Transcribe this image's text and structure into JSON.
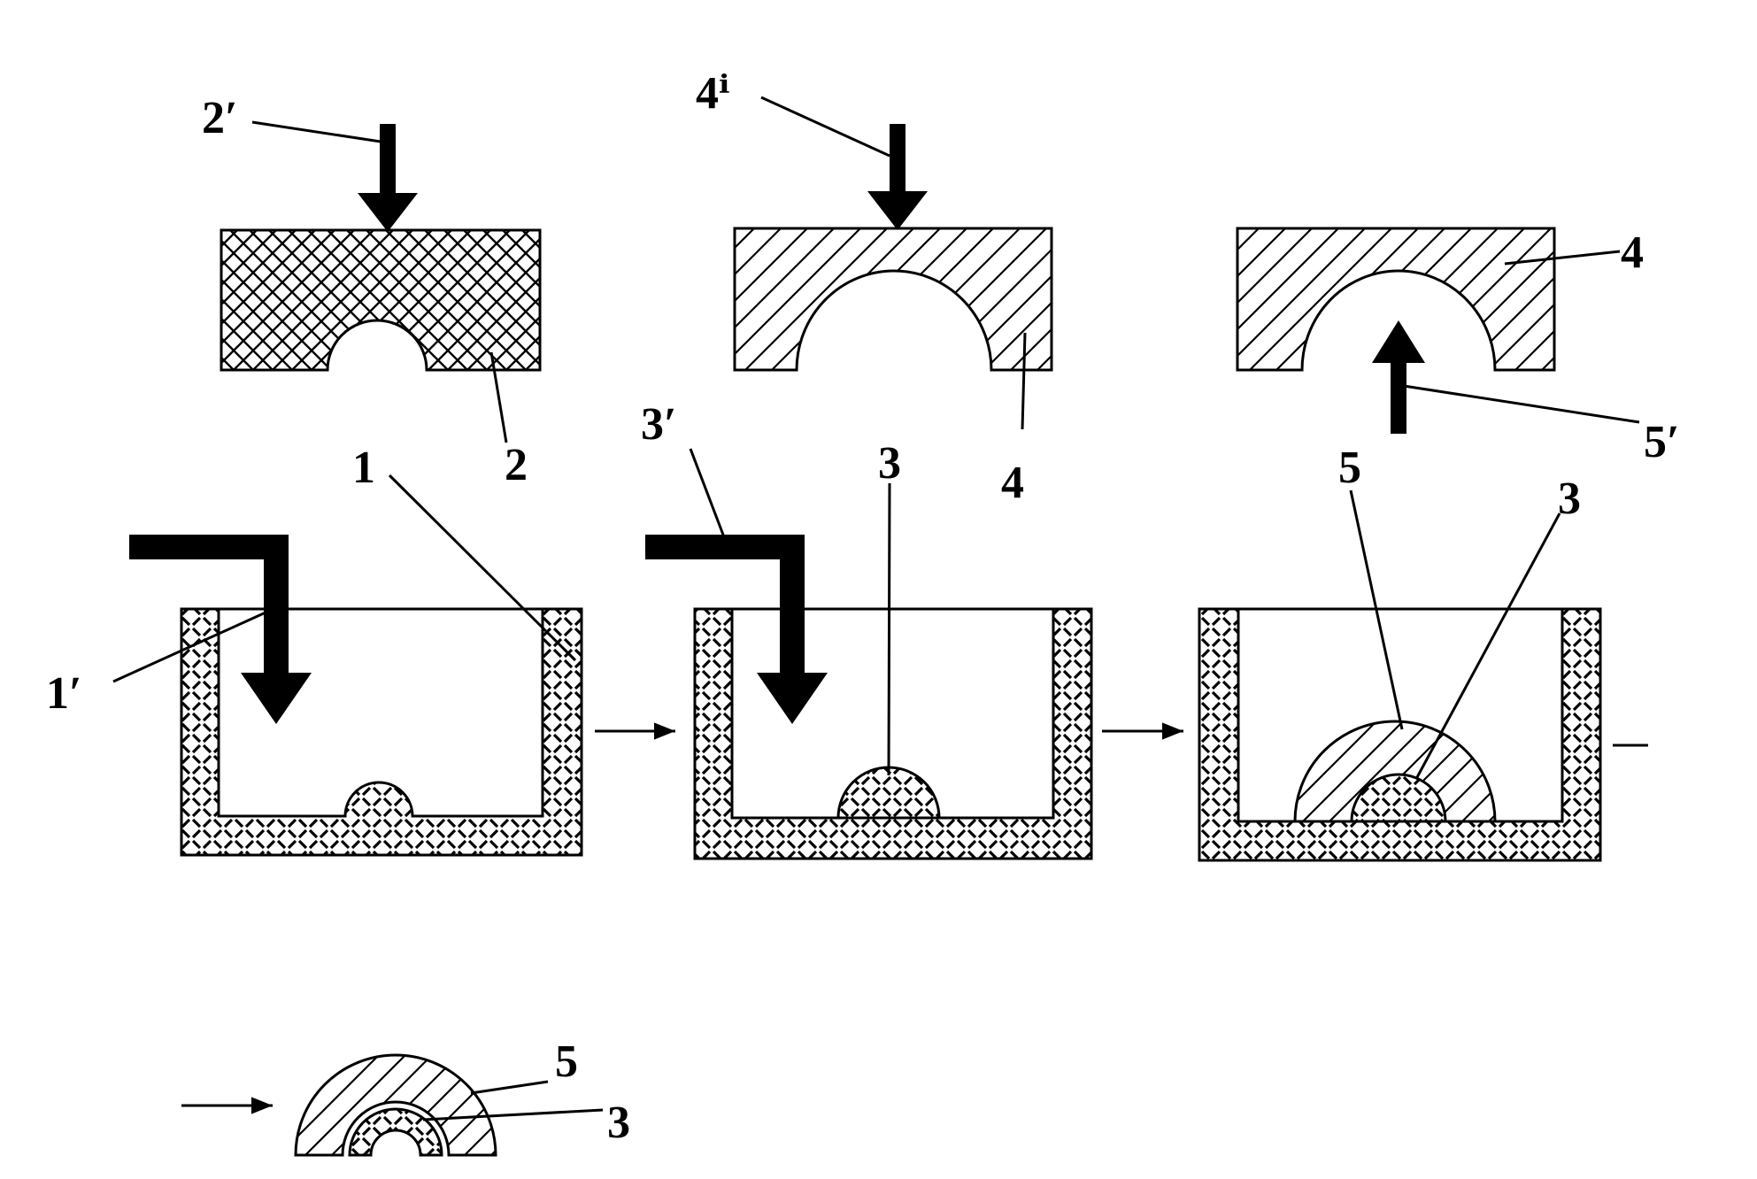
{
  "labels": {
    "l_2p": "2′",
    "l_2": "2",
    "l_4ip": "4ⁱ",
    "l_4a": "4",
    "l_4b": "4",
    "l_5p": "5′",
    "l_1": "1",
    "l_1p": "1′",
    "l_3p": "3′",
    "l_3a": "3",
    "l_5a": "5",
    "l_3b": "3",
    "l_5b": "5",
    "l_3c": "3"
  },
  "colors": {
    "ink": "#000000",
    "paper": "#ffffff"
  }
}
